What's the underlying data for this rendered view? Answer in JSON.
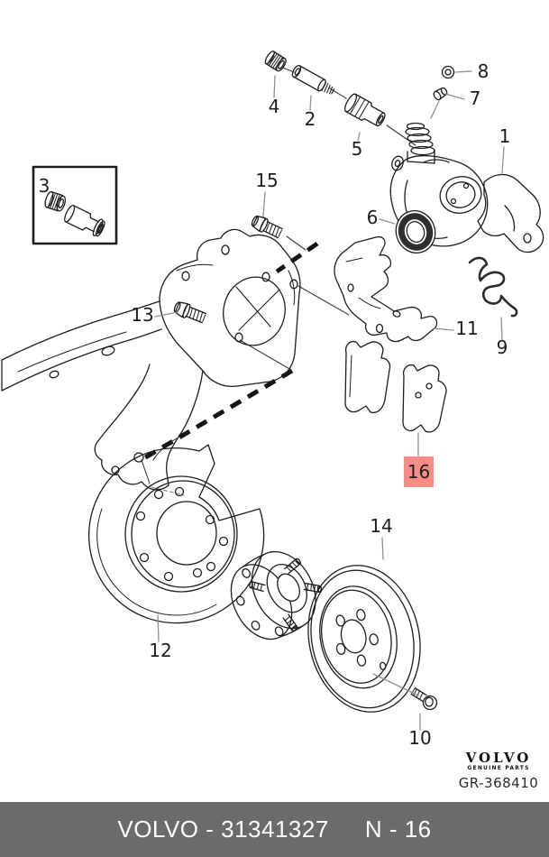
{
  "diagram": {
    "callouts": {
      "1": "1",
      "2": "2",
      "3": "3",
      "4": "4",
      "5": "5",
      "6": "6",
      "7": "7",
      "8": "8",
      "9": "9",
      "10": "10",
      "11": "11",
      "12": "12",
      "13": "13",
      "14": "14",
      "15": "15",
      "16": "16"
    },
    "highlighted_callout": "16",
    "highlight_color": "#f98b85",
    "highlight_text_color": "#7d332e",
    "line_color": "#1d1d1d",
    "leader_color": "#909090"
  },
  "branding": {
    "logo": "VOLVO",
    "tagline": "GENUINE PARTS",
    "reference": "GR-368410"
  },
  "footer": {
    "left_text": "VOLVO - 31341327",
    "right_text": "N - 16",
    "background": "#6b6b6b",
    "text_color": "#ffffff"
  }
}
